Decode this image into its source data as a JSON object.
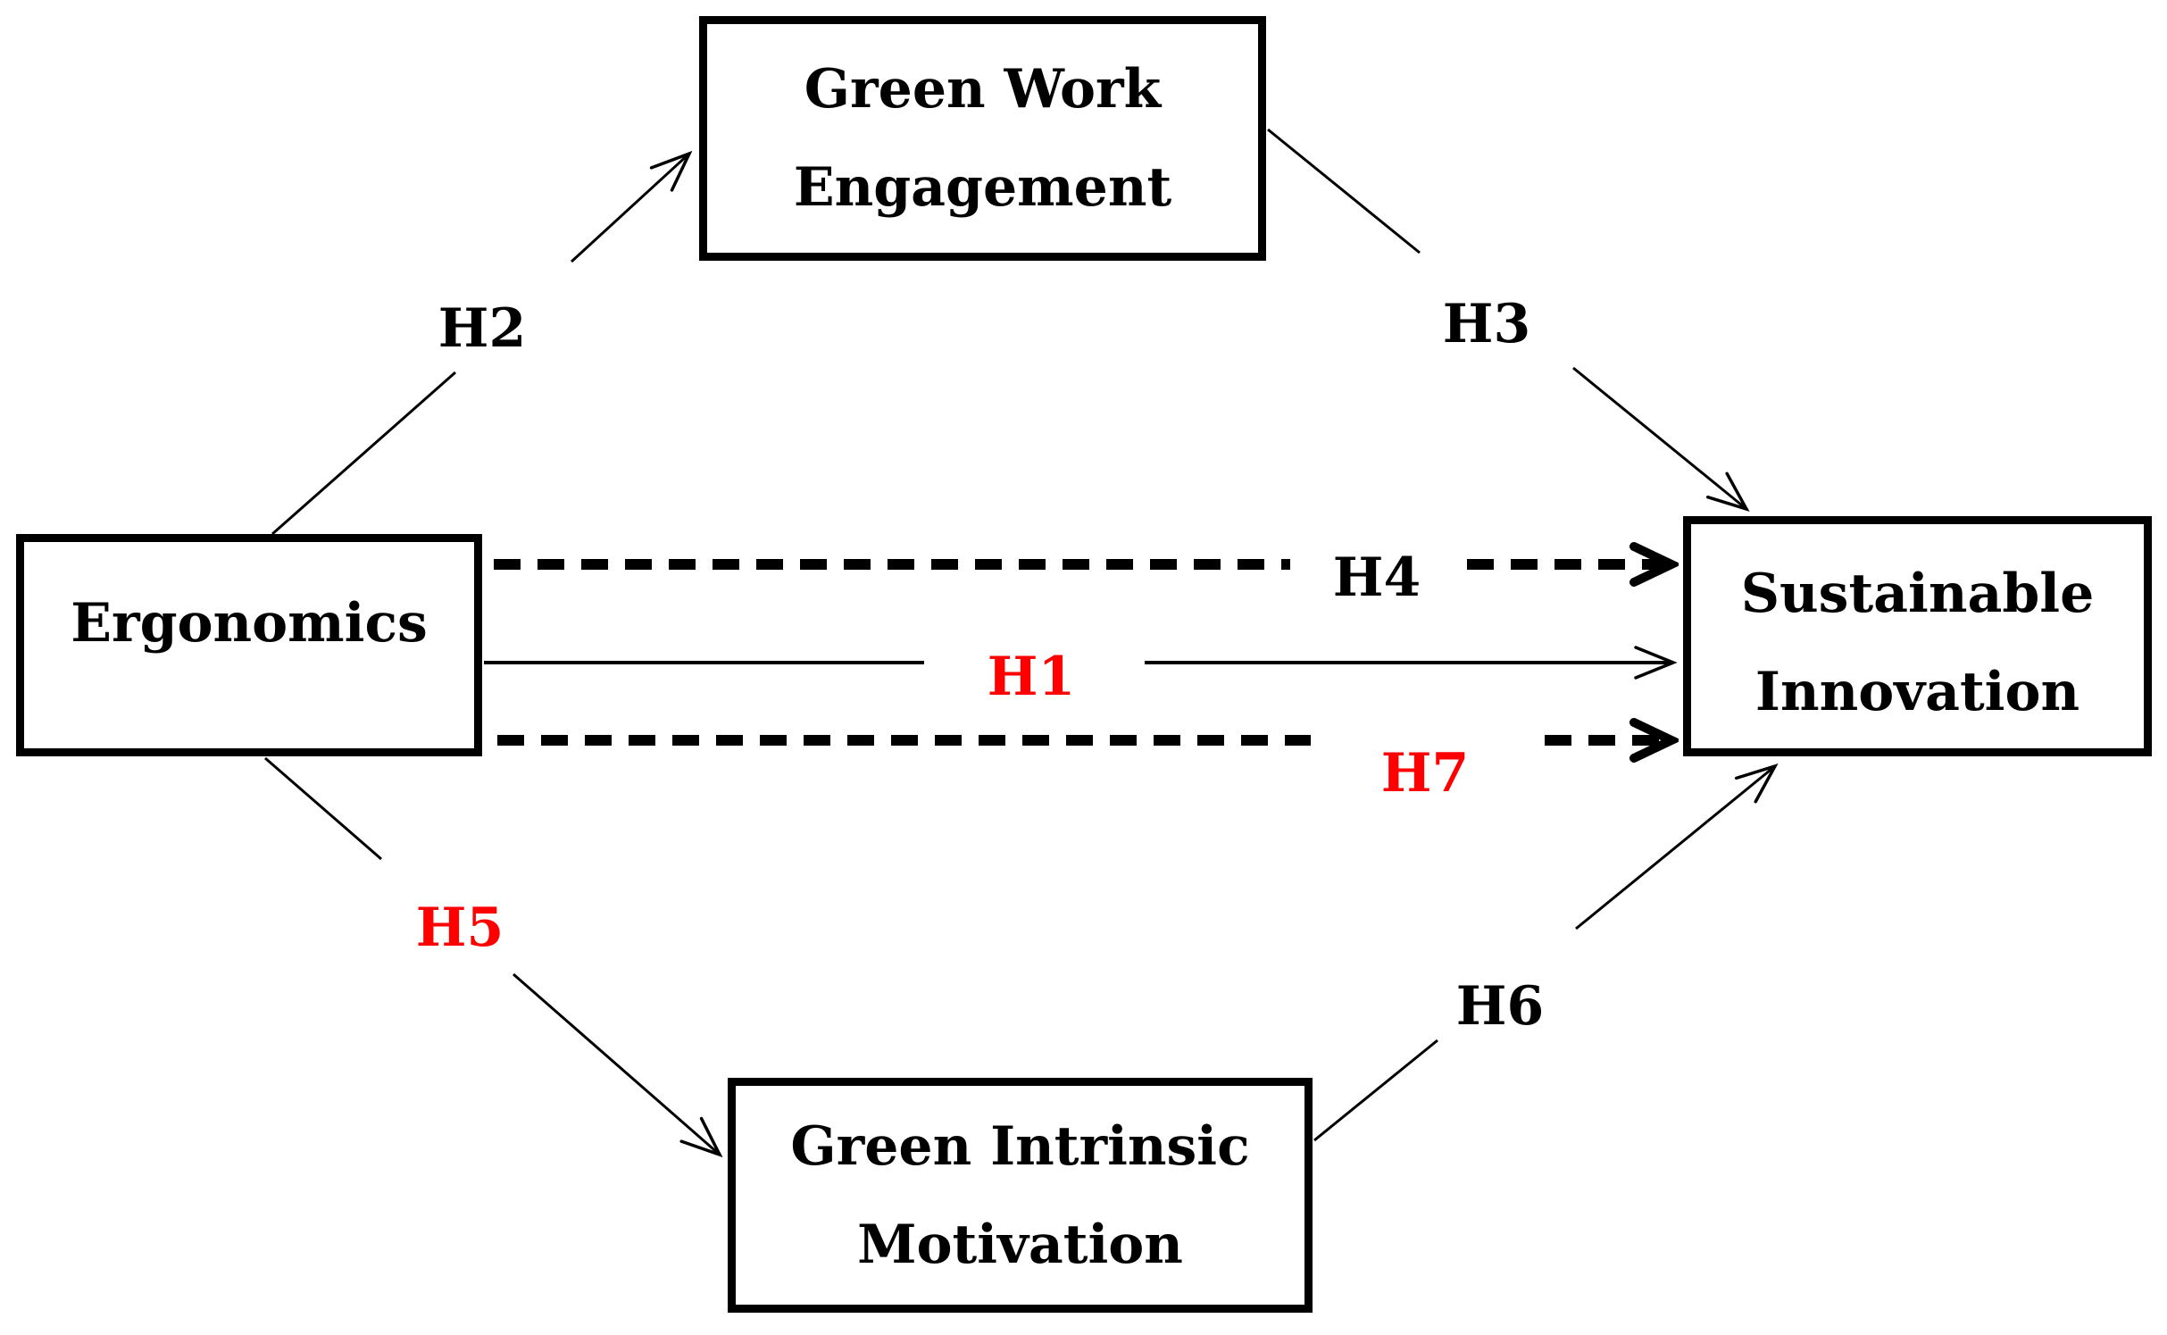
{
  "figure": {
    "background": "#ffffff",
    "line_color": "#000000",
    "highlight_color": "#ff0000",
    "nodes": {
      "green_work_engagement": {
        "line1": "Green Work",
        "line2": "Engagement"
      },
      "ergonomics": {
        "label": "Ergonomics"
      },
      "sustainable_innovation": {
        "line1": "Sustainable",
        "line2": "Innovation"
      },
      "green_intrinsic_motivation": {
        "line1": "Green Intrinsic",
        "line2": "Motivation"
      }
    },
    "hypotheses": {
      "h1": {
        "label": "H1",
        "color": "#ff0000",
        "line_style": "solid-thin",
        "from": "ergonomics",
        "to": "sustainable_innovation"
      },
      "h2": {
        "label": "H2",
        "color": "#000000",
        "line_style": "solid-thin",
        "from": "ergonomics",
        "to": "green_work_engagement"
      },
      "h3": {
        "label": "H3",
        "color": "#000000",
        "line_style": "solid-thin",
        "from": "green_work_engagement",
        "to": "sustainable_innovation"
      },
      "h4": {
        "label": "H4",
        "color": "#000000",
        "line_style": "dashed-bold",
        "from": "ergonomics",
        "to": "sustainable_innovation"
      },
      "h5": {
        "label": "H5",
        "color": "#ff0000",
        "line_style": "solid-thin",
        "from": "ergonomics",
        "to": "green_intrinsic_motivation"
      },
      "h6": {
        "label": "H6",
        "color": "#000000",
        "line_style": "solid-thin",
        "from": "green_intrinsic_motivation",
        "to": "sustainable_innovation"
      },
      "h7": {
        "label": "H7",
        "color": "#ff0000",
        "line_style": "dashed-bold",
        "from": "ergonomics",
        "to": "sustainable_innovation"
      }
    }
  }
}
